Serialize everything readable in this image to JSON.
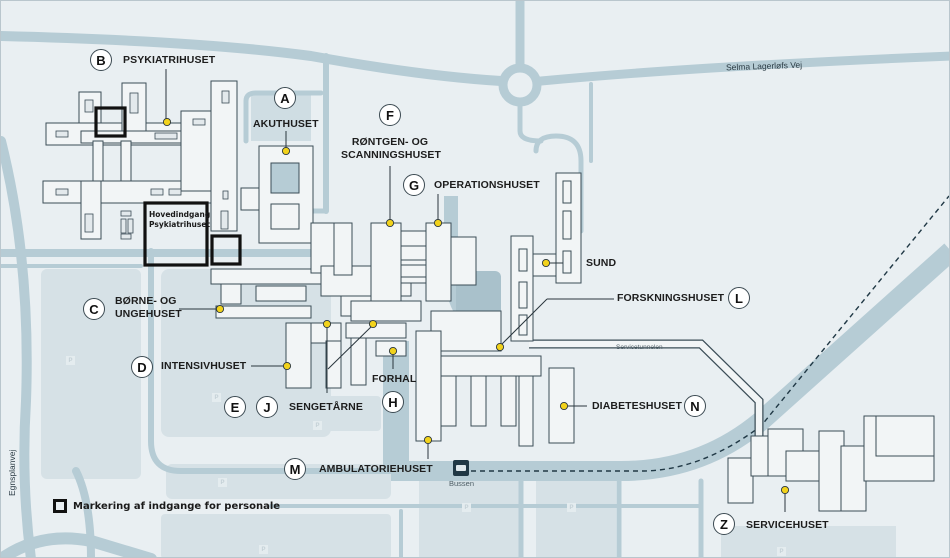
{
  "map": {
    "title": "Hospital campus map",
    "colors": {
      "background": "#e9eff2",
      "road": "#b6ccd5",
      "parking_area": "#d6e1e6",
      "building_fill": "#f2f5f6",
      "building_stroke": "#3b4d57",
      "marker": "#f2d21b",
      "entrance_marker": "#111111",
      "bus_icon": "#203845"
    },
    "roads": {
      "selma": "Selma Lagerløfs Vej",
      "egnsplan": "Egnsplanvej",
      "tunnel": "Servicetunnelen"
    },
    "entrance": {
      "line1": "Hovedindgang",
      "line2": "Psykiatrihuset"
    },
    "bus": {
      "label": "Bussen",
      "icon": "bus-icon"
    },
    "parking_symbol": "P",
    "legend": {
      "label": "Markering af indgange for personale",
      "icon": "entrance-square-icon"
    },
    "buildings": [
      {
        "letter": "A",
        "name": "AKUTHUSET"
      },
      {
        "letter": "B",
        "name": "PSYKIATRIHUSET"
      },
      {
        "letter": "C",
        "name_line1": "BØRNE- OG",
        "name_line2": "UNGEHUSET"
      },
      {
        "letter": "D",
        "name": "INTENSIVHUSET"
      },
      {
        "letter": "E"
      },
      {
        "letter": "J",
        "name": "SENGETÅRNE"
      },
      {
        "letter": "F",
        "name_line1": "RØNTGEN- OG",
        "name_line2": "SCANNINGSHUSET"
      },
      {
        "letter": "G",
        "name": "OPERATIONSHUSET"
      },
      {
        "name": "SUND"
      },
      {
        "letter": "L",
        "name": "FORSKNINGSHUSET"
      },
      {
        "letter": "H",
        "name": "FORHAL"
      },
      {
        "letter": "N",
        "name": "DIABETESHUSET"
      },
      {
        "letter": "M",
        "name": "AMBULATORIEHUSET"
      },
      {
        "letter": "Z",
        "name": "SERVICEHUSET"
      }
    ]
  }
}
